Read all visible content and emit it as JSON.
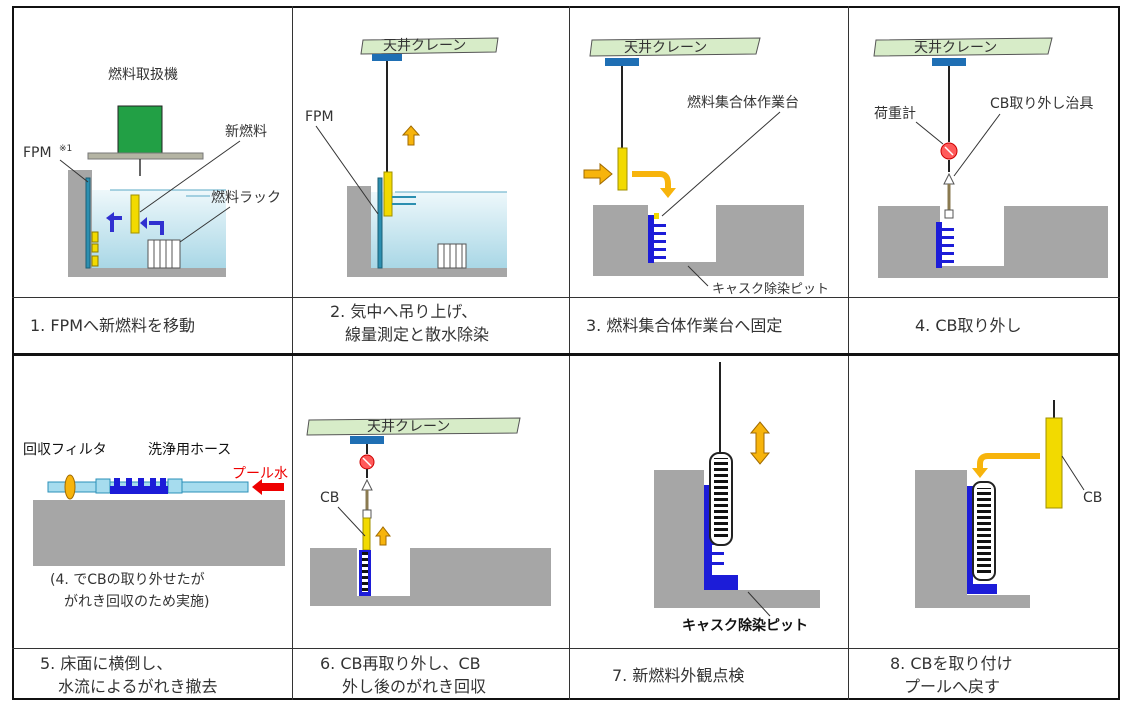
{
  "panels": {
    "p1": {
      "caption": "1. FPMへ新燃料を移動",
      "machine": "燃料取扱機",
      "fpm": "FPM",
      "fpm_note": "※1",
      "new_fuel": "新燃料",
      "rack": "燃料ラック"
    },
    "p2": {
      "caption_line1": "2. 気中へ吊り上げ、",
      "caption_line2": "線量測定と散水除染",
      "crane": "天井クレーン",
      "fpm": "FPM"
    },
    "p3": {
      "caption": "3. 燃料集合体作業台へ固定",
      "crane": "天井クレーン",
      "workbench": "燃料集合体作業台",
      "pit": "キャスク除染ピット"
    },
    "p4": {
      "caption": "4. CB取り外し",
      "crane": "天井クレーン",
      "load_meter": "荷重計",
      "jig": "CB取り外し治具"
    },
    "p5": {
      "caption_line1": "5. 床面に横倒し、",
      "caption_line2": "水流によるがれき撤去",
      "filter": "回収フィルタ",
      "hose": "洗浄用ホース",
      "pool_water": "プール水",
      "note_line1": "(4. でCBの取り外せたが",
      "note_line2": "がれき回収のため実施)"
    },
    "p6": {
      "caption_line1": "6. CB再取り外し、CB",
      "caption_line2": "外し後のがれき回収",
      "crane": "天井クレーン",
      "cb": "CB"
    },
    "p7": {
      "caption": "7. 新燃料外観点検",
      "pit": "キャスク除染ピット"
    },
    "p8": {
      "caption_line1": "8. CBを取り付け",
      "caption_line2": "プールへ戻す",
      "cb": "CB"
    }
  }
}
